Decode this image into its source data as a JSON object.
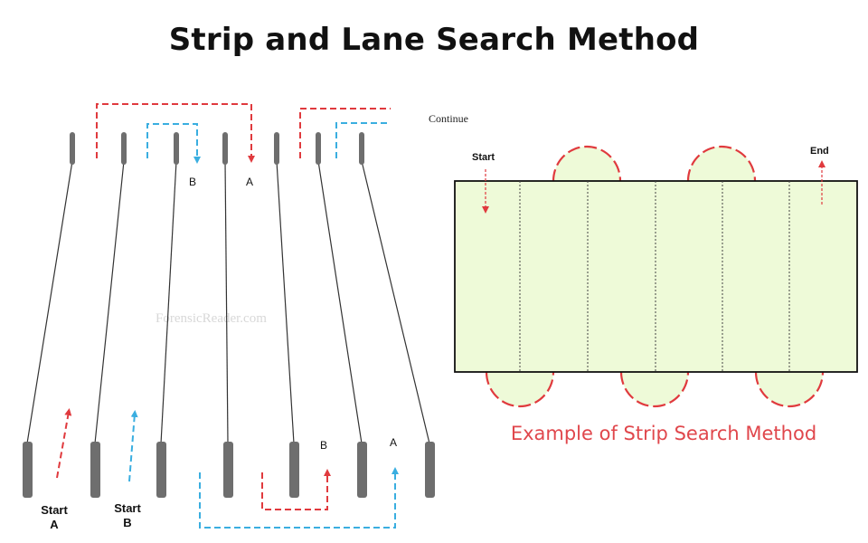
{
  "title": "Strip and Lane Search Method",
  "lane_diagram": {
    "watermark": "ForensicReader.com",
    "top_labels": {
      "b": "B",
      "a": "A"
    },
    "bottom_labels": {
      "b": "B",
      "a": "A"
    },
    "start_a": {
      "line1": "Start",
      "line2": "A"
    },
    "start_b": {
      "line1": "Start",
      "line2": "B"
    }
  },
  "strip_diagram": {
    "continue_label": "Continue",
    "start_label": "Start",
    "end_label": "End",
    "caption": "Example of Strip Search Method"
  },
  "colors": {
    "red_path": "#e03a3e",
    "blue_path": "#3aaee0",
    "strip_fill": "#eefad8",
    "post_fill": "#6e6e6e",
    "caption": "#e0474c"
  }
}
